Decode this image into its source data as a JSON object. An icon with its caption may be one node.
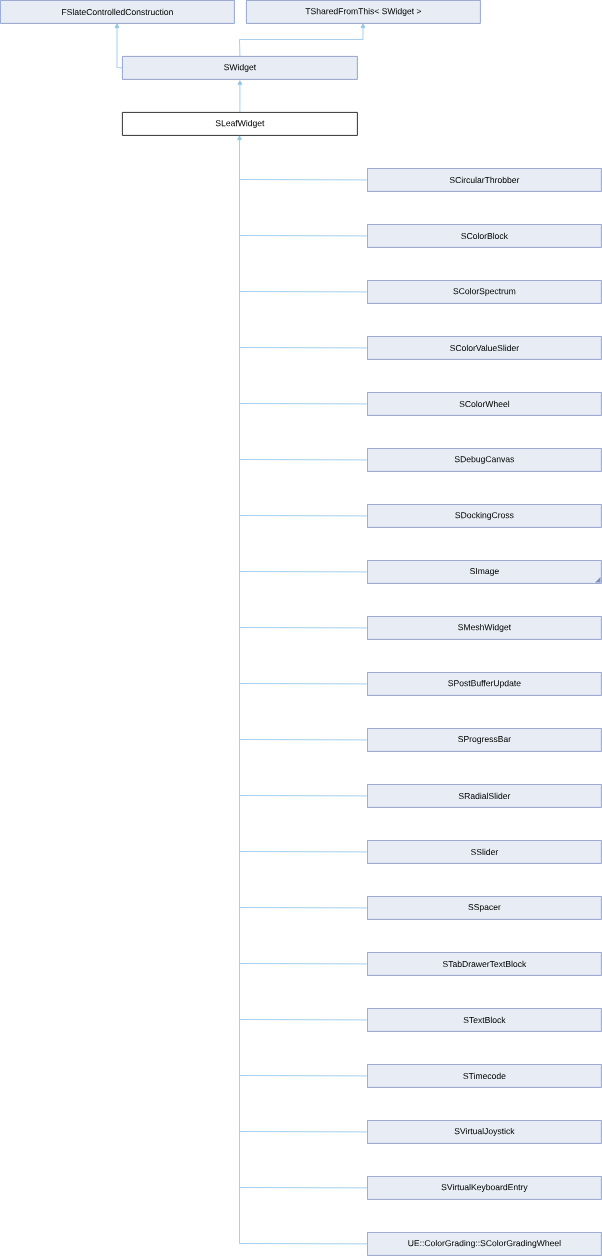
{
  "diagram": {
    "nodes": [
      {
        "text": [
          "FSlateControlledConstruction"
        ]
      },
      {
        "text": [
          "TSharedFromThis< SWidget >"
        ]
      },
      {
        "text": [
          "SWidget"
        ]
      },
      {
        "text": [
          "SLeafWidget"
        ]
      },
      {
        "text": [
          "SCircularThrobber"
        ]
      },
      {
        "text": [
          "SColorBlock"
        ]
      },
      {
        "text": [
          "SColorSpectrum"
        ]
      },
      {
        "text": [
          "SColorValueSlider"
        ]
      },
      {
        "text": [
          "SColorWheel"
        ]
      },
      {
        "text": [
          "SDebugCanvas"
        ]
      },
      {
        "text": [
          "SDockingCross"
        ]
      },
      {
        "text": [
          "SImage"
        ]
      },
      {
        "text": [
          "SMeshWidget"
        ]
      },
      {
        "text": [
          "SPostBufferUpdate"
        ]
      },
      {
        "text": [
          "SProgressBar"
        ]
      },
      {
        "text": [
          "SRadialSlider"
        ]
      },
      {
        "text": [
          "SSlider"
        ]
      },
      {
        "text": [
          "SSpacer"
        ]
      },
      {
        "text": [
          "STabDrawerTextBlock"
        ]
      },
      {
        "text": [
          "STextBlock"
        ]
      },
      {
        "text": [
          "STimecode"
        ]
      },
      {
        "text": [
          "SVirtualJoystick"
        ]
      },
      {
        "text": [
          "SVirtualKeyboardEntry"
        ]
      },
      {
        "text": [
          "UE::ColorGrading::SColorGradingWheel"
        ]
      }
    ],
    "edges": [
      {
        "from": 2,
        "to": 0,
        "arrow": "to"
      },
      {
        "from": 2,
        "to": 1,
        "arrow": "to"
      },
      {
        "from": 3,
        "to": 2,
        "arrow": "to"
      },
      {
        "from": 4,
        "to": 3,
        "arrow": "to"
      },
      {
        "from": 5,
        "to": 3,
        "arrow": "to"
      },
      {
        "from": 6,
        "to": 3,
        "arrow": "to"
      },
      {
        "from": 7,
        "to": 3,
        "arrow": "to"
      },
      {
        "from": 8,
        "to": 3,
        "arrow": "to"
      },
      {
        "from": 9,
        "to": 3,
        "arrow": "to"
      },
      {
        "from": 10,
        "to": 3,
        "arrow": "to"
      },
      {
        "from": 11,
        "to": 3,
        "arrow": "to"
      },
      {
        "from": 12,
        "to": 3,
        "arrow": "to"
      },
      {
        "from": 13,
        "to": 3,
        "arrow": "to"
      },
      {
        "from": 14,
        "to": 3,
        "arrow": "to"
      },
      {
        "from": 15,
        "to": 3,
        "arrow": "to"
      },
      {
        "from": 16,
        "to": 3,
        "arrow": "to"
      },
      {
        "from": 17,
        "to": 3,
        "arrow": "to"
      },
      {
        "from": 18,
        "to": 3,
        "arrow": "to"
      },
      {
        "from": 19,
        "to": 3,
        "arrow": "to"
      },
      {
        "from": 20,
        "to": 3,
        "arrow": "to"
      },
      {
        "from": 21,
        "to": 3,
        "arrow": "to"
      },
      {
        "from": 22,
        "to": 3,
        "arrow": "to"
      },
      {
        "from": 23,
        "to": 3,
        "arrow": "to"
      }
    ]
  }
}
